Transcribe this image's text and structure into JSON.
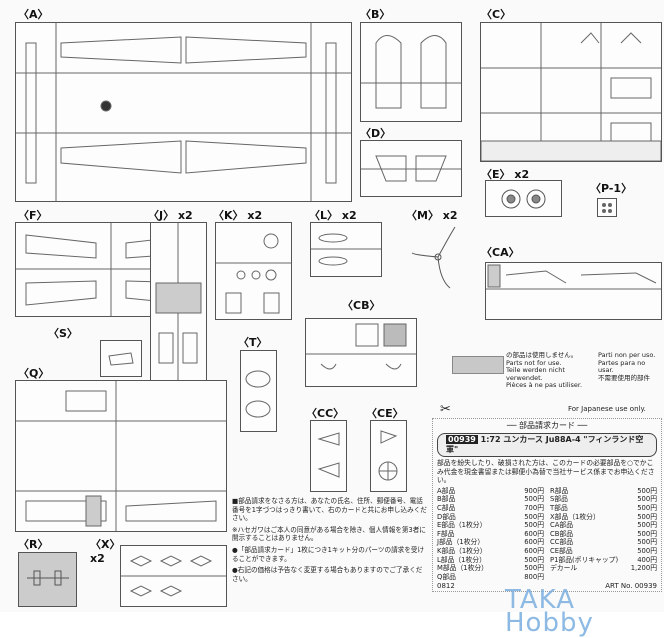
{
  "sprues": [
    {
      "id": "A",
      "label": "〈A〉",
      "mult": ""
    },
    {
      "id": "B",
      "label": "〈B〉",
      "mult": ""
    },
    {
      "id": "C",
      "label": "〈C〉",
      "mult": ""
    },
    {
      "id": "D",
      "label": "〈D〉",
      "mult": ""
    },
    {
      "id": "E",
      "label": "〈E〉",
      "mult": "x2"
    },
    {
      "id": "P1",
      "label": "〈P-1〉",
      "mult": ""
    },
    {
      "id": "F",
      "label": "〈F〉",
      "mult": ""
    },
    {
      "id": "J",
      "label": "〈J〉",
      "mult": "x2"
    },
    {
      "id": "K",
      "label": "〈K〉",
      "mult": "x2"
    },
    {
      "id": "L",
      "label": "〈L〉",
      "mult": "x2"
    },
    {
      "id": "M",
      "label": "〈M〉",
      "mult": "x2"
    },
    {
      "id": "CA",
      "label": "〈CA〉",
      "mult": ""
    },
    {
      "id": "CB",
      "label": "〈CB〉",
      "mult": ""
    },
    {
      "id": "S",
      "label": "〈S〉",
      "mult": ""
    },
    {
      "id": "T",
      "label": "〈T〉",
      "mult": ""
    },
    {
      "id": "Q",
      "label": "〈Q〉",
      "mult": ""
    },
    {
      "id": "CC",
      "label": "〈CC〉",
      "mult": ""
    },
    {
      "id": "CE",
      "label": "〈CE〉",
      "mult": ""
    },
    {
      "id": "R",
      "label": "〈R〉",
      "mult": ""
    },
    {
      "id": "X",
      "label": "〈X〉",
      "mult": "x2"
    }
  ],
  "legend": {
    "jp": "の部品は使用しません。",
    "en": "Parts not for use.",
    "de": "Teile werden nicht verwendet.",
    "fr": "Pièces à ne pas utiliser.",
    "it": "Parti non per uso.",
    "es": "Partes para no usar.",
    "zh": "不需要使用的部件"
  },
  "card": {
    "japanese_only": "For Japanese use only.",
    "title": "── 部品請求カード ──",
    "code": "00939",
    "scale": "1:72",
    "kit_name": "ユンカース Ju88A-4 \"フィンランド空軍\"",
    "intro": "部品を紛失したり、破損された方は、このカードの必要部品を○でかこみ代金を現金書留または郵便小為替で当社サービス係までお申込ください。",
    "left": [
      [
        "A部品",
        "900円"
      ],
      [
        "B部品",
        "500円"
      ],
      [
        "C部品",
        "700円"
      ],
      [
        "D部品",
        "500円"
      ],
      [
        "E部品（1枚分）",
        "500円"
      ],
      [
        "F部品",
        "600円"
      ],
      [
        "J部品（1枚分）",
        "600円"
      ],
      [
        "K部品（1枚分）",
        "600円"
      ],
      [
        "L部品（1枚分）",
        "500円"
      ],
      [
        "M部品（1枚分）",
        "500円"
      ],
      [
        "Q部品",
        "800円"
      ]
    ],
    "right": [
      [
        "R部品",
        "500円"
      ],
      [
        "S部品",
        "500円"
      ],
      [
        "T部品",
        "500円"
      ],
      [
        "X部品（1枚分）",
        "500円"
      ],
      [
        "CA部品",
        "500円"
      ],
      [
        "CB部品",
        "500円"
      ],
      [
        "CC部品",
        "500円"
      ],
      [
        "CE部品",
        "500円"
      ],
      [
        "P1部品(ポリキャップ)",
        "400円"
      ],
      [
        "デカール",
        "1,200円"
      ]
    ],
    "footer_left": "0812",
    "footer_right": "ART No. 00939"
  },
  "notes": [
    "■部品請求をなさる方は、あなたの氏名、住所、郵便番号、電話番号を1字づつはっきり書いて、右のカードと共にお申し込みください。",
    "※ハセガワはご本人の同意がある場合を除き、個人情報を第3者に開示することはありません。",
    "●「部品請求カード」1枚につき1キット分のパーツの請求を受けることができます。",
    "●右記の価格は予告なく変更する場合もありますのでご了承ください。"
  ],
  "watermark": "TAKA Hobby"
}
